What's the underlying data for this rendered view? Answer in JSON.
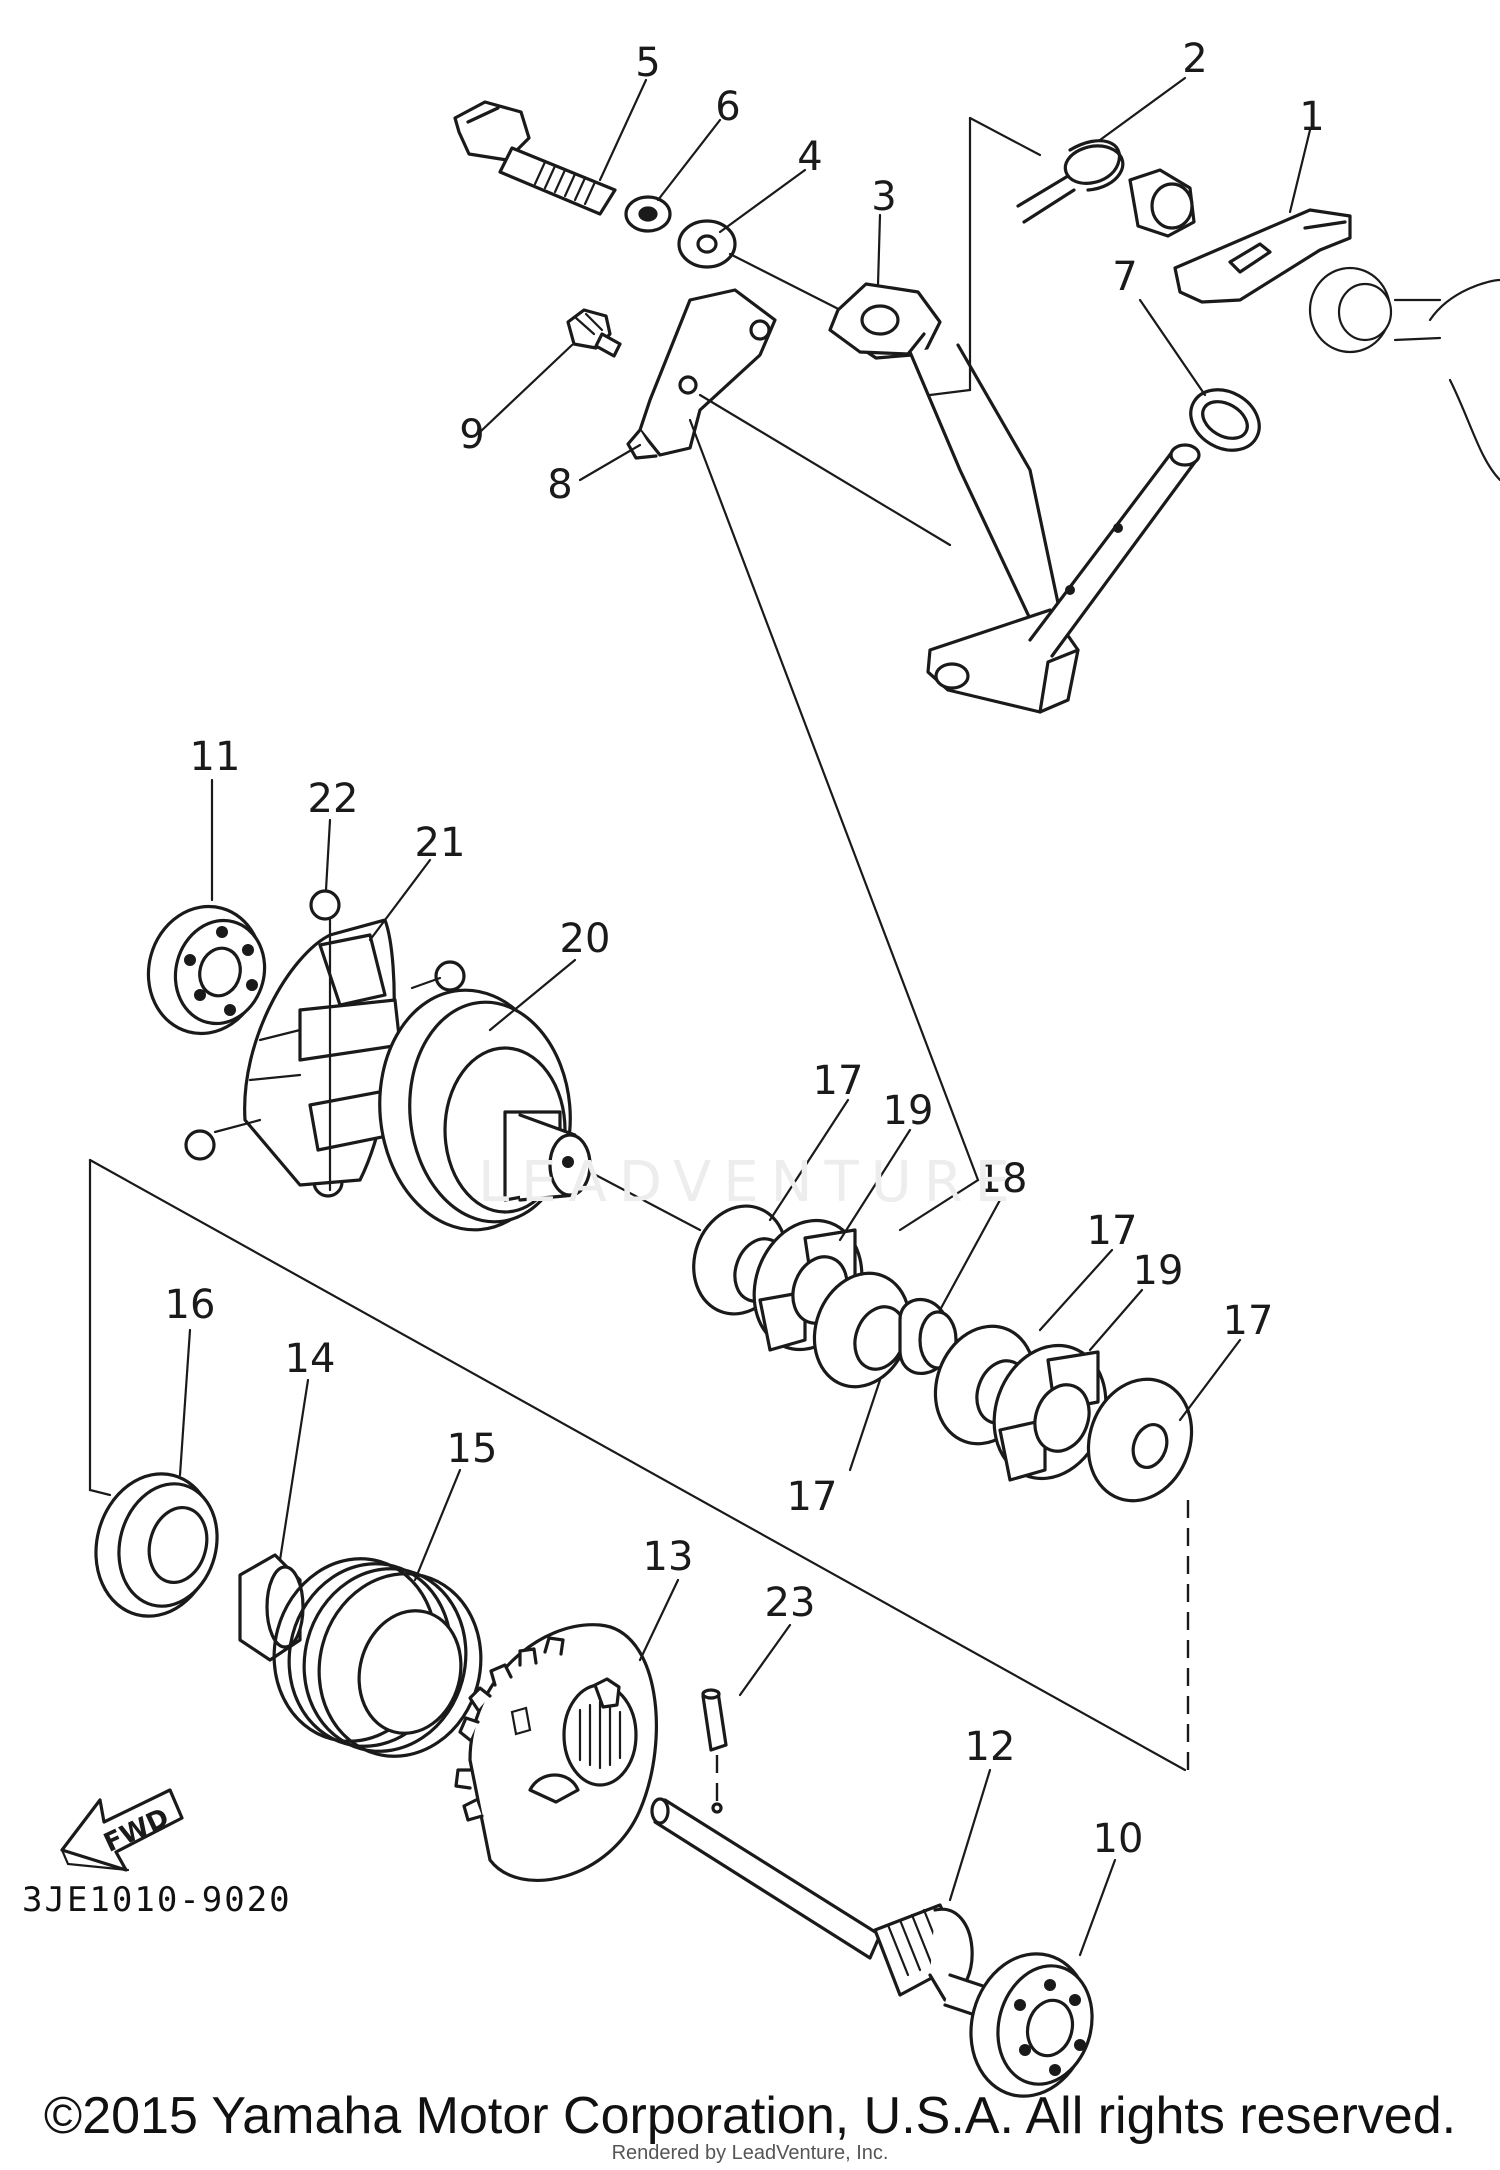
{
  "diagram": {
    "part_code": "3JE1010-9020",
    "fwd_label": "FWD",
    "watermark_text": "LEADVENTURE",
    "callouts": [
      "5",
      "6",
      "4",
      "3",
      "2",
      "1",
      "7",
      "9",
      "8",
      "11",
      "22",
      "21",
      "20",
      "17",
      "19",
      "18",
      "17",
      "19",
      "17",
      "16",
      "14",
      "15",
      "13",
      "23",
      "12",
      "10",
      "17"
    ]
  },
  "footer": {
    "copyright": "©2015 Yamaha Motor Corporation, U.S.A. All rights reserved.",
    "rendered_by": "Rendered by LeadVenture, Inc."
  },
  "colors": {
    "ink": "#1a1a1a",
    "watermark": "#ededed"
  }
}
